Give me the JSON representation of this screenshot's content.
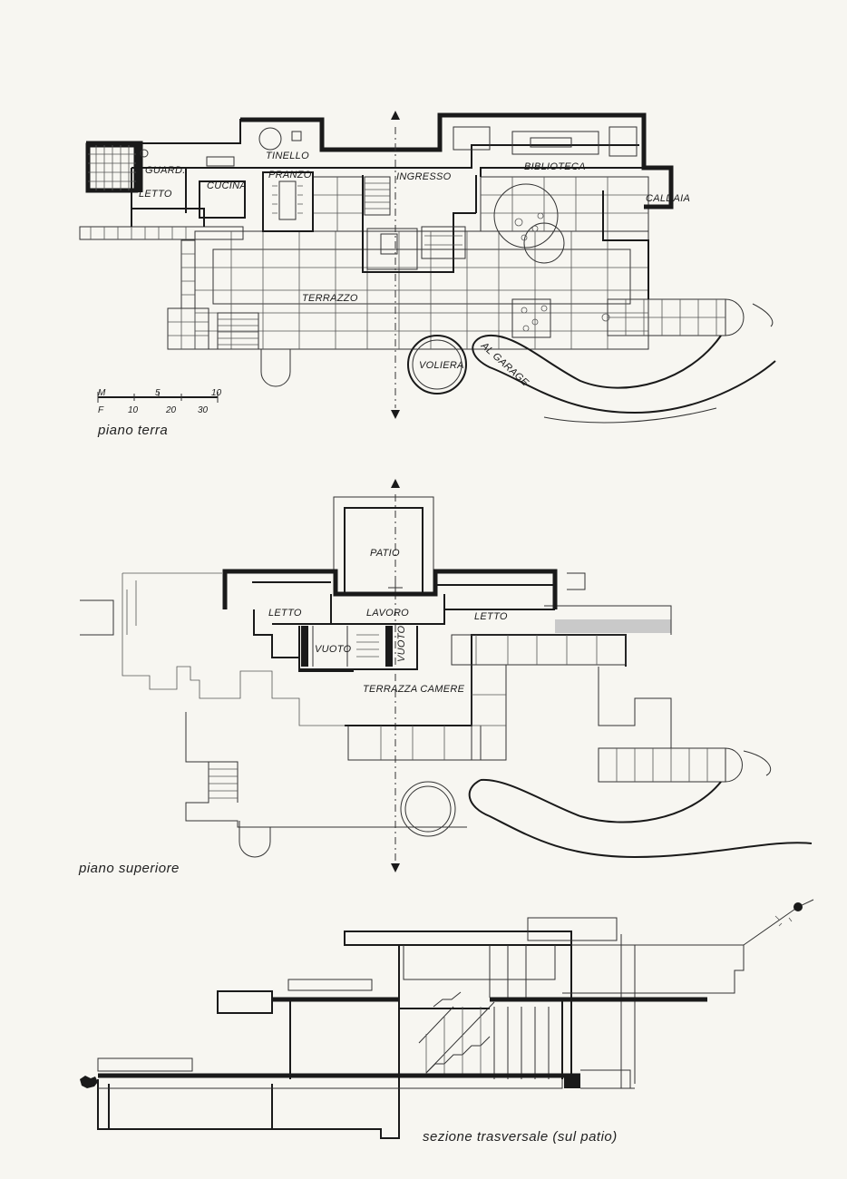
{
  "plans": {
    "ground": {
      "caption": "piano terra",
      "rooms": {
        "guard": "GUARD.",
        "letto": "LETTO",
        "cucina": "CUCINA",
        "tinello": "TINELLO",
        "pranzo": "PRANZO",
        "ingresso": "INGRESSO",
        "biblioteca": "BIBLIOTECA",
        "caldaia": "CALDAIA",
        "terrazzo": "TERRAZZO",
        "voliera": "VOLIERA",
        "garage": "AL GARAGE"
      },
      "scale": {
        "m_label": "M",
        "f_label": "F",
        "m_ticks": [
          "5",
          "10"
        ],
        "f_ticks": [
          "10",
          "20",
          "30"
        ]
      }
    },
    "upper": {
      "caption": "piano superiore",
      "rooms": {
        "patio": "PATIO",
        "letto_left": "LETTO",
        "lavoro": "LAVORO",
        "letto_right": "LETTO",
        "vuoto_left": "VUOTO",
        "vuoto_right": "VUOTO",
        "terrazza": "TERRAZZA CAMERE"
      }
    },
    "section": {
      "caption": "sezione trasversale (sul patio)"
    }
  }
}
